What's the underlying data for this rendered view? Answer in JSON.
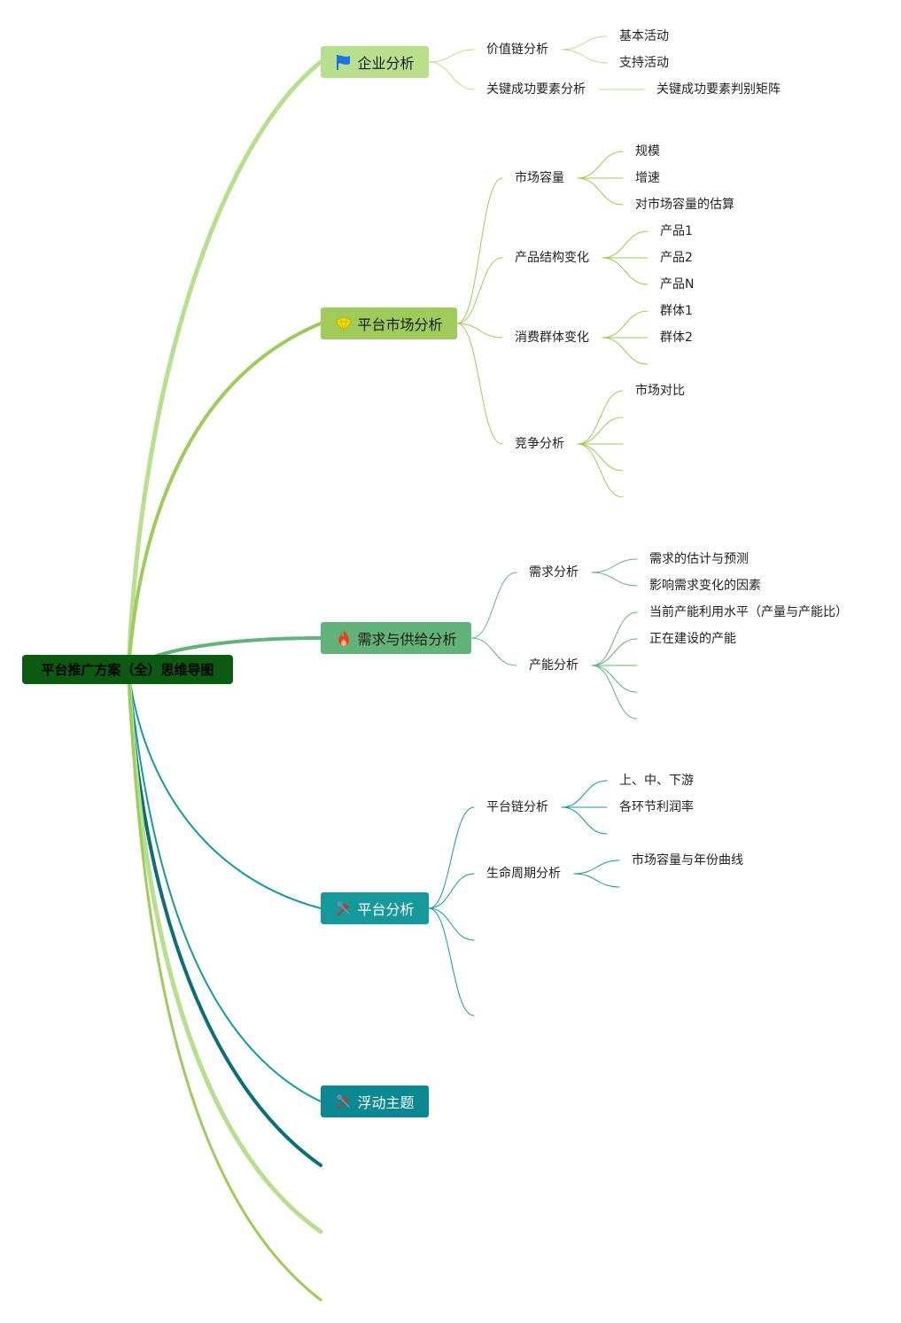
{
  "root": {
    "label": "平台推广方案（全）思维导图"
  },
  "colors": {
    "root_bg": "#0c5a12",
    "b1": "#b6e08e",
    "b2": "#9ecb5a",
    "b3": "#62b37a",
    "b4": "#15999b",
    "b5": "#0c8893"
  },
  "branches": [
    {
      "label": "企业分析",
      "icon": "flag-icon",
      "children": [
        {
          "label": "价值链分析",
          "children": [
            "基本活动",
            "支持活动"
          ]
        },
        {
          "label": "关键成功要素分析",
          "children": [
            "关键成功要素判别矩阵"
          ]
        }
      ]
    },
    {
      "label": "平台市场分析",
      "icon": "diamond-icon",
      "children": [
        {
          "label": "市场容量",
          "children": [
            "规模",
            "增速",
            "对市场容量的估算"
          ]
        },
        {
          "label": "产品结构变化",
          "children": [
            "产品1",
            "产品2",
            "产品N"
          ]
        },
        {
          "label": "消费群体变化",
          "children": [
            "群体1",
            "群体2",
            ""
          ]
        },
        {
          "label": "竞争分析",
          "children": [
            "市场对比",
            "",
            "",
            "",
            ""
          ]
        }
      ]
    },
    {
      "label": "需求与供给分析",
      "icon": "fire-icon",
      "children": [
        {
          "label": "需求分析",
          "children": [
            "需求的估计与预测",
            "影响需求变化的因素"
          ]
        },
        {
          "label": "产能分析",
          "children": [
            "当前产能利用水平（产量与产能比）",
            "正在建设的产能",
            "",
            "",
            ""
          ]
        }
      ]
    },
    {
      "label": "平台分析",
      "icon": "tools-icon",
      "children": [
        {
          "label": "平台链分析",
          "children": [
            "上、中、下游",
            "各环节利润率",
            ""
          ]
        },
        {
          "label": "生命周期分析",
          "children": [
            "市场容量与年份曲线",
            ""
          ]
        },
        {
          "label": "",
          "children": []
        },
        {
          "label": "",
          "children": []
        }
      ]
    },
    {
      "label": "浮动主题",
      "icon": "tools-icon",
      "children": []
    }
  ]
}
